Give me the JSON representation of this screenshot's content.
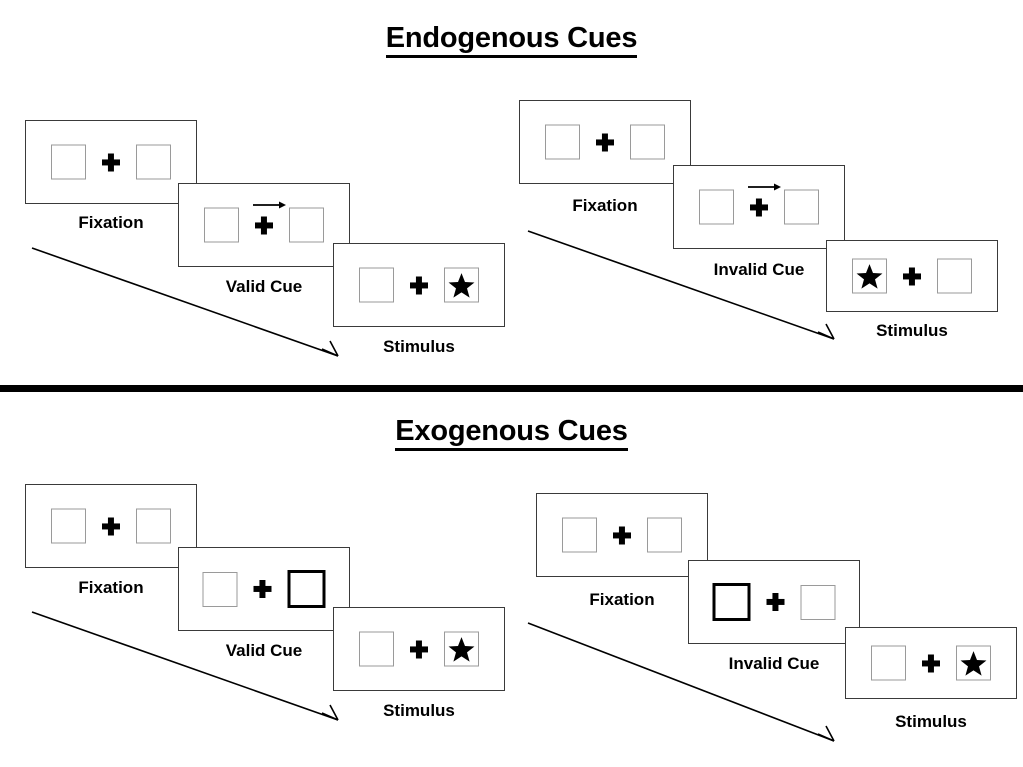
{
  "sections": [
    {
      "id": "endogenous",
      "title": "Endogenous Cues",
      "conditions": [
        {
          "id": "endogenous-valid",
          "frames": [
            {
              "label": "Fixation",
              "cue": "none",
              "target": "none",
              "arrow": "none"
            },
            {
              "label": "Valid Cue",
              "cue": "arrow-right",
              "target": "none",
              "arrow": "right"
            },
            {
              "label": "Stimulus",
              "cue": "none",
              "target": "right",
              "arrow": "none"
            }
          ]
        },
        {
          "id": "endogenous-invalid",
          "frames": [
            {
              "label": "Fixation",
              "cue": "none",
              "target": "none",
              "arrow": "none"
            },
            {
              "label": "Invalid Cue",
              "cue": "arrow-right",
              "target": "none",
              "arrow": "right"
            },
            {
              "label": "Stimulus",
              "cue": "none",
              "target": "left",
              "arrow": "none"
            }
          ]
        }
      ]
    },
    {
      "id": "exogenous",
      "title": "Exogenous Cues",
      "conditions": [
        {
          "id": "exogenous-valid",
          "frames": [
            {
              "label": "Fixation",
              "cue": "none",
              "target": "none",
              "arrow": "none"
            },
            {
              "label": "Valid Cue",
              "cue": "box-flash-right",
              "target": "none",
              "arrow": "none"
            },
            {
              "label": "Stimulus",
              "cue": "none",
              "target": "right",
              "arrow": "none"
            }
          ]
        },
        {
          "id": "exogenous-invalid",
          "frames": [
            {
              "label": "Fixation",
              "cue": "none",
              "target": "none",
              "arrow": "none"
            },
            {
              "label": "Invalid Cue",
              "cue": "box-flash-left",
              "target": "none",
              "arrow": "none"
            },
            {
              "label": "Stimulus",
              "cue": "none",
              "target": "right",
              "arrow": "none"
            }
          ]
        }
      ]
    }
  ],
  "colors": {
    "frame_border": "#3a3a3a",
    "box_border": "#9a9a9a",
    "cue_box_border": "#000000",
    "fixation": "#000000",
    "star": "#000000",
    "divider": "#000000",
    "text": "#000000",
    "background": "#ffffff"
  },
  "icons": {
    "fixation": "plus-icon",
    "target": "star-icon",
    "cue": "arrow-right-icon",
    "flow": "flow-arrow-icon"
  }
}
